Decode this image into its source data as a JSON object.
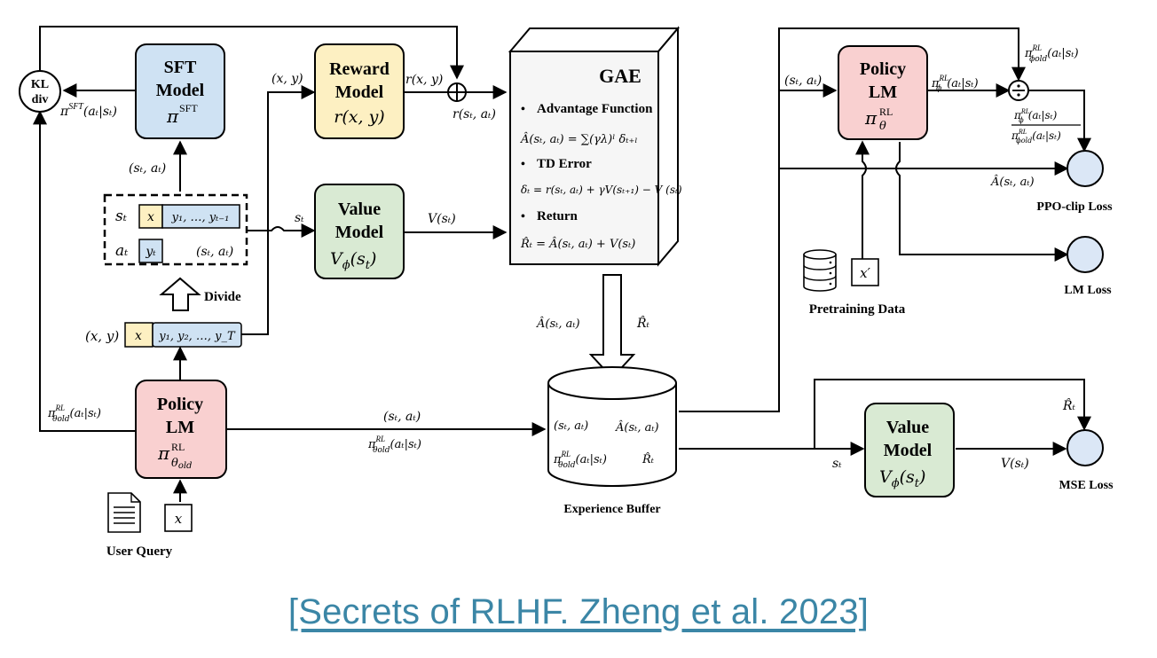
{
  "colors": {
    "sft": "#cfe2f3",
    "reward": "#fdf0c2",
    "value": "#d9ead3",
    "policy": "#f9d0d0",
    "gae": "#f3f3f3",
    "circle": "#dbe7f6",
    "x_token": "#fdf0c2",
    "y_token": "#cfe2f3",
    "link": "#3b86a6"
  },
  "nodes": {
    "kl": {
      "line1": "KL",
      "line2": "div"
    },
    "sft": {
      "line1": "SFT",
      "line2": "Model",
      "sym": "π",
      "sup": "SFT"
    },
    "reward": {
      "line1": "Reward",
      "line2": "Model",
      "expr": "r(x, y)"
    },
    "value_left": {
      "line1": "Value",
      "line2": "Model",
      "expr": "V",
      "sub": "ϕ",
      "arg": "(s",
      "arg_sub": "t",
      "close": ")"
    },
    "value_right": {
      "line1": "Value",
      "line2": "Model",
      "expr": "V",
      "sub": "ϕ",
      "arg": "(s",
      "arg_sub": "t",
      "close": ")"
    },
    "policy_old": {
      "line1": "Policy",
      "line2": "LM",
      "sym": "π",
      "sub": "θ",
      "subsub": "old",
      "sup": "RL"
    },
    "policy_new": {
      "line1": "Policy",
      "line2": "LM",
      "sym": "π",
      "sub": "θ",
      "sup": "RL"
    },
    "gae": {
      "title": "GAE",
      "h1": "Advantage Function",
      "eq1": "Â(sₜ, aₜ) = ∑(γλ)ˡ δₜ₊ₗ",
      "h2": "TD Error",
      "eq2": "δₜ = r(sₜ, aₜ) + γV(sₜ₊₁) − V (sₜ)",
      "h3": "Return",
      "eq3": "R̂ₜ = Â(sₜ, aₜ) + V(sₜ)",
      "bullet": "•"
    },
    "buffer": {
      "caption": "Experience Buffer",
      "c1": "(sₜ, aₜ)",
      "c2": "Â(sₜ, aₜ)",
      "c3": "π",
      "c3_sup": "RL",
      "c3_sub": "θold",
      "c3_rest": "(aₜ|sₜ)",
      "c4": "R̂ₜ"
    },
    "user_query": {
      "caption": "User Query",
      "x": "x"
    },
    "pretrain": {
      "caption": "Pretraining Data",
      "x": "x′"
    },
    "divide": "Divide",
    "tokens": {
      "s_label": "sₜ",
      "a_label": "aₜ",
      "x": "x",
      "y_seq": "y₁, …, yₜ₋₁",
      "y_t": "yₜ",
      "sa": "(sₜ, aₜ)",
      "xy": "(x, y)",
      "y_full": "y₁, y₂, …, y_T"
    },
    "losses": {
      "ppo": "PPO-clip Loss",
      "lm": "LM Loss",
      "mse": "MSE Loss"
    }
  },
  "edge_labels": {
    "pi_sft": "π",
    "pi_sft_sup": "SFT",
    "pi_sft_rest": "(aₜ|sₜ)",
    "sa_sft": "(sₜ, aₜ)",
    "xy_reward": "(x, y)",
    "rxy": "r(x, y)",
    "r_sa": "r(sₜ, aₜ)",
    "st_value": "sₜ",
    "v_st": "V(sₜ)",
    "pi_old_left": "π",
    "pi_old_left_rest": "(aₜ|sₜ)",
    "sa_buffer": "(sₜ, aₜ)",
    "pi_old_buffer_rest": "(aₜ|sₜ)",
    "adv_down": "Â(sₜ, aₜ)",
    "ret_down": "R̂ₜ",
    "sa_policy": "(sₜ, aₜ)",
    "pi_phi": "π",
    "pi_phi_rest": "(aₜ|sₜ)",
    "pi_old_top_rest": "(aₜ|sₜ)",
    "ratio_rest": "(aₜ|sₜ)",
    "adv_right": "Â(sₜ, aₜ)",
    "ret_right": "R̂ₜ",
    "st_right": "sₜ",
    "v_right": "V(sₜ)",
    "sup_rl": "RL",
    "sub_old": "θold",
    "sub_phi": "ϕ",
    "sub_phiold": "ϕold",
    "plus": "+",
    "div": "÷"
  },
  "citation": "[Secrets of RLHF. Zheng et al. 2023]"
}
